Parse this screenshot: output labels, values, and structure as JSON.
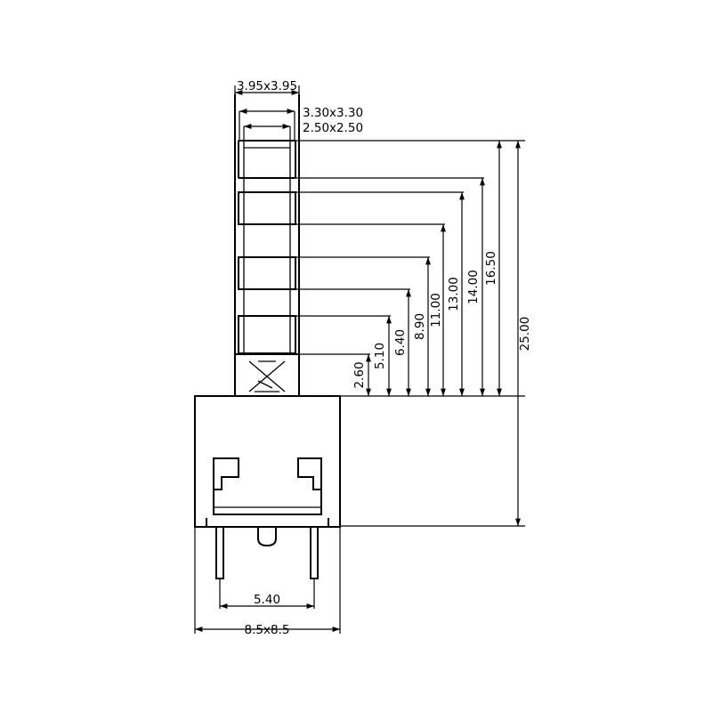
{
  "dimensions": {
    "top_outer": "3.95x3.95",
    "top_mid": "3.30x3.30",
    "top_inner": "2.50x2.50",
    "base": "8.5x8.5",
    "pin_pitch": "5.40",
    "overall_height": "25.00",
    "heights": [
      "2.60",
      "5.10",
      "6.40",
      "8.90",
      "11.00",
      "13.00",
      "14.00",
      "16.50"
    ]
  }
}
